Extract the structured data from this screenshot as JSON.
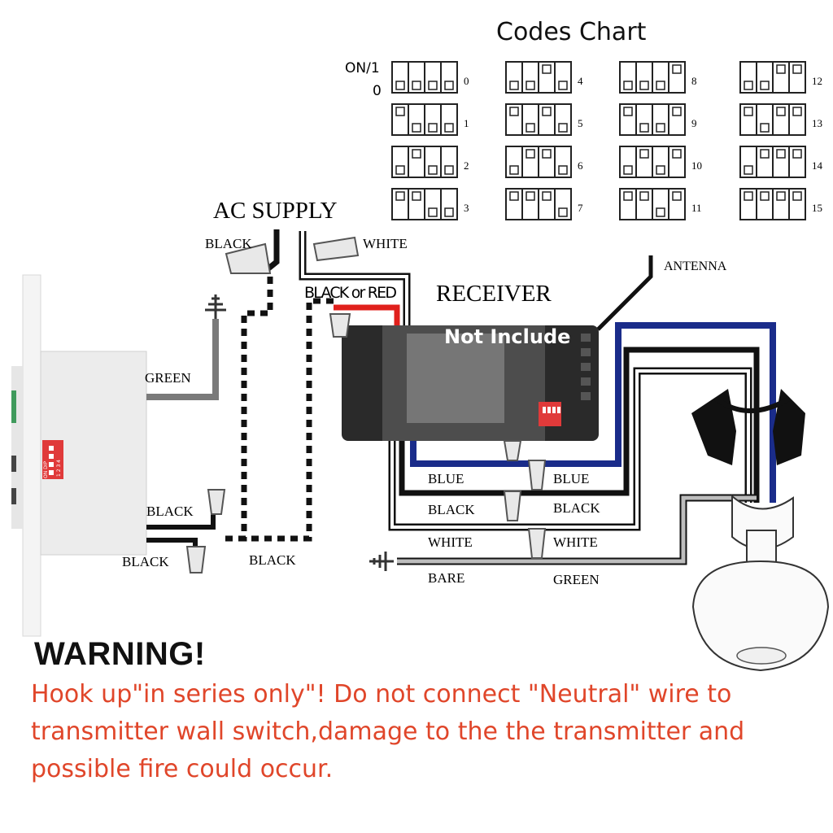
{
  "codes_chart": {
    "title": "Codes Chart",
    "on_label": "ON/1",
    "off_label": "0",
    "codes": [
      {
        "num": "0",
        "switches": [
          0,
          0,
          0,
          0
        ]
      },
      {
        "num": "1",
        "switches": [
          1,
          0,
          0,
          0
        ]
      },
      {
        "num": "2",
        "switches": [
          0,
          1,
          0,
          0
        ]
      },
      {
        "num": "3",
        "switches": [
          1,
          1,
          0,
          0
        ]
      },
      {
        "num": "4",
        "switches": [
          0,
          0,
          1,
          0
        ]
      },
      {
        "num": "5",
        "switches": [
          1,
          0,
          1,
          0
        ]
      },
      {
        "num": "6",
        "switches": [
          0,
          1,
          1,
          0
        ]
      },
      {
        "num": "7",
        "switches": [
          1,
          1,
          1,
          0
        ]
      },
      {
        "num": "8",
        "switches": [
          0,
          0,
          0,
          1
        ]
      },
      {
        "num": "9",
        "switches": [
          1,
          0,
          0,
          1
        ]
      },
      {
        "num": "10",
        "switches": [
          0,
          1,
          0,
          1
        ]
      },
      {
        "num": "11",
        "switches": [
          1,
          1,
          0,
          1
        ]
      },
      {
        "num": "12",
        "switches": [
          0,
          0,
          1,
          1
        ]
      },
      {
        "num": "13",
        "switches": [
          1,
          0,
          1,
          1
        ]
      },
      {
        "num": "14",
        "switches": [
          0,
          1,
          1,
          1
        ]
      },
      {
        "num": "15",
        "switches": [
          1,
          1,
          1,
          1
        ]
      }
    ]
  },
  "labels": {
    "ac_supply": "AC SUPPLY",
    "black_top": "BLACK",
    "white_top": "WHITE",
    "antenna": "ANTENNA",
    "black_or_red": "BLACK or RED",
    "receiver": "RECEIVER",
    "not_include": "Not Include",
    "green": "GREEN",
    "black_switch_1": "BLACK",
    "black_switch_2": "BLACK",
    "black_bottom": "BLACK",
    "blue_left": "BLUE",
    "blue_right": "BLUE",
    "black_left": "BLACK",
    "black_right": "BLACK",
    "white_left": "WHITE",
    "white_right": "WHITE",
    "bare": "BARE",
    "green_bottom": "GREEN",
    "dip_on": "ON DIP",
    "dip_nums": "1 2 3 4"
  },
  "warning": {
    "title": "WARNING!",
    "line1": "Hook up\"in series only\"! Do not connect \"Neutral\" wire to",
    "line2": " transmitter wall switch,damage to the the transmitter and",
    "line3": "possible fire could occur."
  },
  "colors": {
    "warning_text": "#e0462a",
    "blue_wire": "#1a2c8a",
    "red_wire": "#e0201c",
    "green_wire": "#808080",
    "dip_switch": "#e03a3a"
  }
}
